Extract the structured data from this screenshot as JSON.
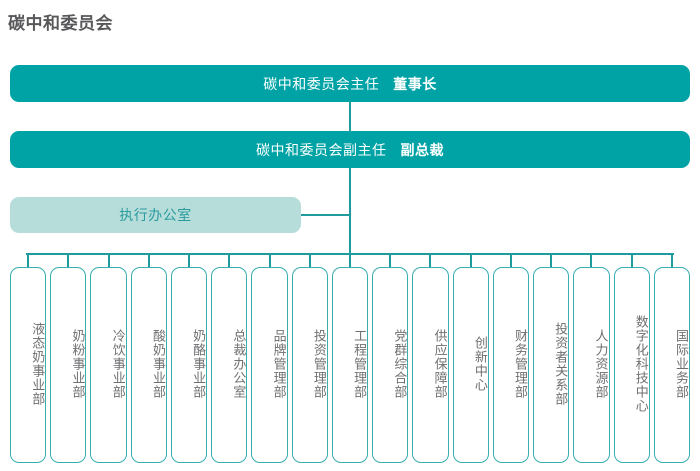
{
  "page": {
    "title": "碳中和委员会"
  },
  "colors": {
    "primary_teal": "#00a3a5",
    "line_teal": "#1f9b9d",
    "box_border_teal": "#39aeb0",
    "light_teal": "#b6ddda",
    "title_gray": "#58585a",
    "label_gray": "#6f7072",
    "exec_text_teal": "#2b9c9e"
  },
  "leadership": [
    {
      "role": "碳中和委员会主任",
      "title": "董事长"
    },
    {
      "role": "碳中和委员会副主任",
      "title": "副总裁"
    }
  ],
  "executive_office": {
    "label": "执行办公室"
  },
  "departments": [
    {
      "label": "液态奶事业部"
    },
    {
      "label": "奶粉事业部"
    },
    {
      "label": "冷饮事业部"
    },
    {
      "label": "酸奶事业部"
    },
    {
      "label": "奶酪事业部"
    },
    {
      "label": "总裁办公室"
    },
    {
      "label": "品牌管理部"
    },
    {
      "label": "投资管理部"
    },
    {
      "label": "工程管理部"
    },
    {
      "label": "党群综合部"
    },
    {
      "label": "供应保障部"
    },
    {
      "label": "创新中心"
    },
    {
      "label": "财务管理部"
    },
    {
      "label": "投资者关系部"
    },
    {
      "label": "人力资源部"
    },
    {
      "label": "数字化科技中心"
    },
    {
      "label": "国际业务部"
    }
  ]
}
